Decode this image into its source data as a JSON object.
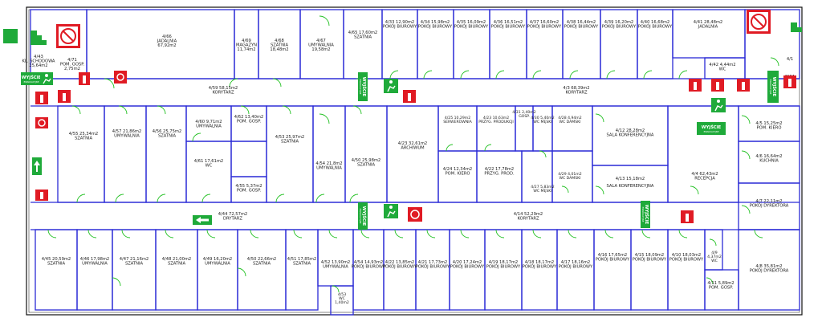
{
  "colors": {
    "wall": "#2b2bd6",
    "door": "#22c022",
    "outline": "#111111",
    "exit_green": "#1faa3a",
    "fire_red": "#e01b24"
  },
  "rooms": [
    {
      "id": "r1",
      "line1": "4/43",
      "line2": "KL. SCHODOWA",
      "line3": "25,64m2"
    },
    {
      "id": "r2",
      "line1": "4/71",
      "line2": "POM. GOSP.",
      "line3": "2,75m2"
    },
    {
      "id": "r3",
      "line1": "4/66",
      "line2": "JADALNIA",
      "line3": "67,92m2"
    },
    {
      "id": "r4",
      "line1": "4/69",
      "line2": "MAGAZYN",
      "line3": "11,74m2"
    },
    {
      "id": "r5",
      "line1": "4/68",
      "line2": "SZATNIA",
      "line3": "18,48m2"
    },
    {
      "id": "r6",
      "line1": "4/67",
      "line2": "UMYWALNIA",
      "line3": "19,58m2"
    },
    {
      "id": "r7",
      "line1": "4/65 17,60m2",
      "line2": "SZATNIA",
      "line3": ""
    },
    {
      "id": "r8",
      "line1": "4/33 12,90m2",
      "line2": "POKÓJ BIUROWY",
      "line3": ""
    },
    {
      "id": "r9",
      "line1": "4/34 15,98m2",
      "line2": "POKÓJ BIUROWY",
      "line3": ""
    },
    {
      "id": "r10",
      "line1": "4/35 16,09m2",
      "line2": "POKÓJ BIUROWY",
      "line3": ""
    },
    {
      "id": "r11",
      "line1": "4/36 16,51m2",
      "line2": "POKÓJ BIUROWY",
      "line3": ""
    },
    {
      "id": "r12",
      "line1": "4/37 16,60m2",
      "line2": "POKÓJ BIUROWY",
      "line3": ""
    },
    {
      "id": "r13",
      "line1": "4/38 16,44m2",
      "line2": "POKÓJ BIUROWY",
      "line3": ""
    },
    {
      "id": "r14",
      "line1": "4/39 16,20m2",
      "line2": "POKÓJ BIUROWY",
      "line3": ""
    },
    {
      "id": "r15",
      "line1": "4/40 16,68m2",
      "line2": "POKÓJ BIUROWY",
      "line3": ""
    },
    {
      "id": "r16",
      "line1": "4/41 28,48m2",
      "line2": "JADALNIA",
      "line3": ""
    },
    {
      "id": "r17",
      "line1": "4/42 4,44m2",
      "line2": "WC",
      "line3": ""
    },
    {
      "id": "r18",
      "line1": "4/59 58,15m2",
      "line2": "KORYTARZ",
      "line3": ""
    },
    {
      "id": "r19",
      "line1": "4/3 68,39m2",
      "line2": "KORYTARZ",
      "line3": ""
    },
    {
      "id": "r20",
      "line1": "4/55 25,34m2",
      "line2": "SZATNIA",
      "line3": ""
    },
    {
      "id": "r21",
      "line1": "4/57 21,86m2",
      "line2": "UMYWALNIA",
      "line3": ""
    },
    {
      "id": "r22",
      "line1": "4/56 25,75m2",
      "line2": "SZATNIA",
      "line3": ""
    },
    {
      "id": "r23",
      "line1": "4/60 9,71m2",
      "line2": "UMYWALNIA",
      "line3": ""
    },
    {
      "id": "r24",
      "line1": "4/61 17,61m2",
      "line2": "WC",
      "line3": ""
    },
    {
      "id": "r25",
      "line1": "4/62 13,40m2",
      "line2": "POM. GOSP.",
      "line3": ""
    },
    {
      "id": "r26",
      "line1": "4/55 5,37m2",
      "line2": "POM. GOSP.",
      "line3": ""
    },
    {
      "id": "r27",
      "line1": "4/53 25,97m2",
      "line2": "SZATNIA",
      "line3": ""
    },
    {
      "id": "r28",
      "line1": "4/54 21,8m2",
      "line2": "UMYWALNIA",
      "line3": ""
    },
    {
      "id": "r29",
      "line1": "4/50 25,98m2",
      "line2": "SZATNIA",
      "line3": ""
    },
    {
      "id": "r30",
      "line1": "4/23 32,61m2",
      "line2": "ARCHIWUM",
      "line3": ""
    },
    {
      "id": "r31",
      "line1": "4/25 10,29m2",
      "line2": "SERWEROWNIA",
      "line3": ""
    },
    {
      "id": "r32",
      "line1": "4/23 10,63m2",
      "line2": "PRZYG. PRODUKCJI",
      "line3": ""
    },
    {
      "id": "r33",
      "line1": "4/31 2,40m2",
      "line2": "GOSP.",
      "line3": ""
    },
    {
      "id": "r34",
      "line1": "4/30 5,40m2",
      "line2": "WC MĘSKI",
      "line3": ""
    },
    {
      "id": "r35",
      "line1": "4/28 4,94m2",
      "line2": "WC DAMSKI",
      "line3": ""
    },
    {
      "id": "r36",
      "line1": "4/24 12,34m2",
      "line2": "POM. KIERO",
      "line3": ""
    },
    {
      "id": "r37",
      "line1": "4/22 17,78m2",
      "line2": "PRZYG. PROD.",
      "line3": ""
    },
    {
      "id": "r38",
      "line1": "4/29 4,01m2",
      "line2": "WC DAMSKI",
      "line3": ""
    },
    {
      "id": "r39",
      "line1": "4/27 5,83m2",
      "line2": "WC MĘSKI",
      "line3": ""
    },
    {
      "id": "r40",
      "line1": "4/12 28,28m2",
      "line2": "SALA KONFERENCYJNA",
      "line3": ""
    },
    {
      "id": "r41",
      "line1": "4/13 15,18m2",
      "line2": "SALA KONFERENCYJNA",
      "line3": ""
    },
    {
      "id": "r42",
      "line1": "4/4 62,43m2",
      "line2": "RECEPCJA",
      "line3": ""
    },
    {
      "id": "r43",
      "line1": "4/5 15,25m2",
      "line2": "POM. KIERO",
      "line3": ""
    },
    {
      "id": "r44",
      "line1": "4/6 16,64m2",
      "line2": "KUCHNIA",
      "line3": ""
    },
    {
      "id": "r45",
      "line1": "4/7 22,11m2",
      "line2": "POKÓJ DYREKTORA",
      "line3": ""
    },
    {
      "id": "r46",
      "line1": "4/44 72,57m2",
      "line2": "DRYTARZ",
      "line3": ""
    },
    {
      "id": "r47",
      "line1": "4/14 52,29m2",
      "line2": "KORYTARZ",
      "line3": ""
    },
    {
      "id": "r48",
      "line1": "4/45 20,59m2",
      "line2": "SZATNIA",
      "line3": ""
    },
    {
      "id": "r49",
      "line1": "4/46 17,98m2",
      "line2": "UMYWALNIA",
      "line3": ""
    },
    {
      "id": "r50",
      "line1": "4/47 21,16m2",
      "line2": "SZATNIA",
      "line3": ""
    },
    {
      "id": "r51",
      "line1": "4/48 21,00m2",
      "line2": "SZATNIA",
      "line3": ""
    },
    {
      "id": "r52",
      "line1": "4/49 16,20m2",
      "line2": "UMYWALNIA",
      "line3": ""
    },
    {
      "id": "r53",
      "line1": "4/50 22,66m2",
      "line2": "SZATNIA",
      "line3": ""
    },
    {
      "id": "r54",
      "line1": "4/51 17,85m2",
      "line2": "SZATNIA",
      "line3": ""
    },
    {
      "id": "r55",
      "line1": "4/52 13,90m2",
      "line2": "UMYWALNIA",
      "line3": ""
    },
    {
      "id": "r56",
      "line1": "4/54 14,93m2",
      "line2": "POKÓJ BIUROWY",
      "line3": ""
    },
    {
      "id": "r57",
      "line1": "4/53",
      "line2": "WC",
      "line3": "1,40m2"
    },
    {
      "id": "r58",
      "line1": "4/22 13,85m2",
      "line2": "POKÓJ BIUROWY",
      "line3": ""
    },
    {
      "id": "r59",
      "line1": "4/21 17,73m2",
      "line2": "POKÓJ BIUROWY",
      "line3": ""
    },
    {
      "id": "r60",
      "line1": "4/20 17,24m2",
      "line2": "POKÓJ BIUROWY",
      "line3": ""
    },
    {
      "id": "r61",
      "line1": "4/19 18,17m2",
      "line2": "POKÓJ BIUROWY",
      "line3": ""
    },
    {
      "id": "r62",
      "line1": "4/18 18,17m2",
      "line2": "POKÓJ BIUROWY",
      "line3": ""
    },
    {
      "id": "r63",
      "line1": "4/17 18,16m2",
      "line2": "POKÓJ BIUROWY",
      "line3": ""
    },
    {
      "id": "r64",
      "line1": "4/16 17,65m2",
      "line2": "POKÓJ BIUROWY",
      "line3": ""
    },
    {
      "id": "r65",
      "line1": "4/15 18,09m2",
      "line2": "POKÓJ BIUROWY",
      "line3": ""
    },
    {
      "id": "r66",
      "line1": "4/10 18,03m2",
      "line2": "POKÓJ BIUROWY",
      "line3": ""
    },
    {
      "id": "r67",
      "line1": "4/9",
      "line2": "4,37m2",
      "line3": "WC"
    },
    {
      "id": "r68",
      "line1": "4/8 35,81m2",
      "line2": "POKÓJ DYREKTORA",
      "line3": ""
    },
    {
      "id": "r69",
      "line1": "4/11 5,89m2",
      "line2": "POM. GOSP.",
      "line3": ""
    },
    {
      "id": "r70",
      "line1": "4/1",
      "line2": "OWA",
      "line3": ""
    }
  ],
  "exit_signs": [
    {
      "id": "e1",
      "label": "WYJŚCIE",
      "sub": "EWAKUACYJNE"
    },
    {
      "id": "e2",
      "label": "WYJŚCIE",
      "sub": "EWAKUACYJNE"
    },
    {
      "id": "e3",
      "label": "WYJŚCIE",
      "sub": "EWAKUACYJNE"
    },
    {
      "id": "e4",
      "label": "WYJŚCIE",
      "sub": "EWAKUACYJNE"
    },
    {
      "id": "e5",
      "label": "WYJŚCIE",
      "sub": "EWAKUACYJNE"
    },
    {
      "id": "e6",
      "label": "WYJŚCIE",
      "sub": "EWAKUACYJNE"
    }
  ],
  "fire_signs": [
    {
      "id": "f1",
      "icon": "fire-extinguisher-icon"
    },
    {
      "id": "f2",
      "icon": "fire-hose-icon"
    },
    {
      "id": "f3",
      "icon": "fire-extinguisher-icon"
    },
    {
      "id": "f4",
      "icon": "fire-extinguisher-icon"
    },
    {
      "id": "f5",
      "icon": "fire-hose-icon"
    },
    {
      "id": "f6",
      "icon": "fire-extinguisher-icon"
    },
    {
      "id": "f7",
      "icon": "fire-extinguisher-icon"
    },
    {
      "id": "f8",
      "icon": "no-lift-icon"
    }
  ]
}
